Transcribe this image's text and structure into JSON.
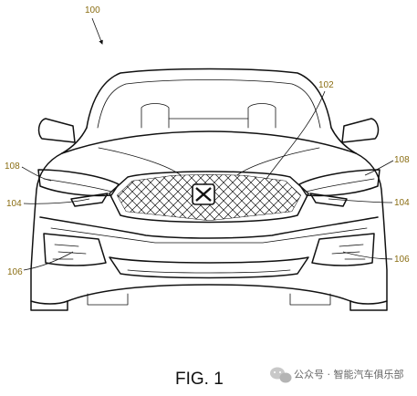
{
  "figure": {
    "caption": "FIG. 1",
    "labels": {
      "overall": "100",
      "grille": "102",
      "headlight_left": "108",
      "headlight_right": "108",
      "lamp_left": "104",
      "lamp_right": "104",
      "foglight_left": "106",
      "foglight_right": "106"
    }
  },
  "watermark": {
    "icon": "wechat-icon",
    "text": "公众号 · 智能汽车俱乐部"
  }
}
